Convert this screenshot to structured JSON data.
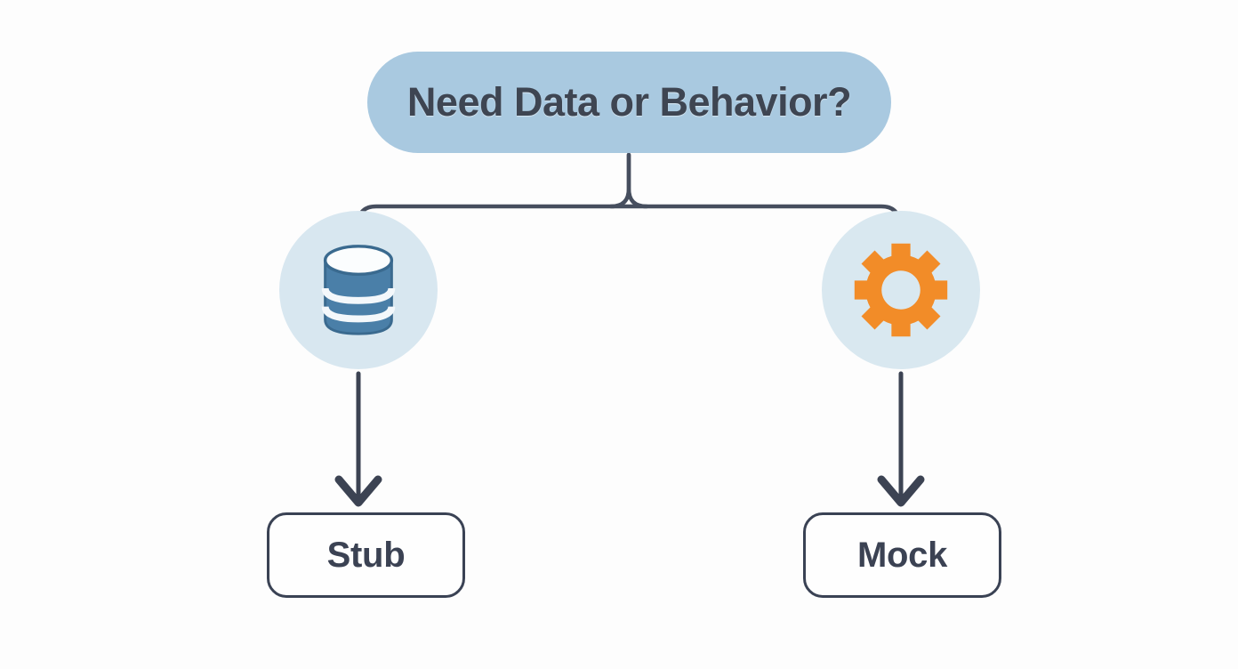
{
  "diagram": {
    "title_node": {
      "label": "Need Data or Behavior?",
      "shape": "rounded-pill",
      "fill": "#a9c9e0",
      "text_color": "#3e4552"
    },
    "branches": [
      {
        "id": "left",
        "icon": "database-icon",
        "icon_color": "#4a7fa8",
        "circle_fill": "#d8e7f0",
        "outcome_label": "Stub"
      },
      {
        "id": "right",
        "icon": "gear-icon",
        "icon_color": "#f28c28",
        "circle_fill": "#d9e8f0",
        "outcome_label": "Mock"
      }
    ],
    "connector_color": "#464e5e",
    "outcome_border_color": "#3a4254",
    "background": "#fdfdfd"
  }
}
